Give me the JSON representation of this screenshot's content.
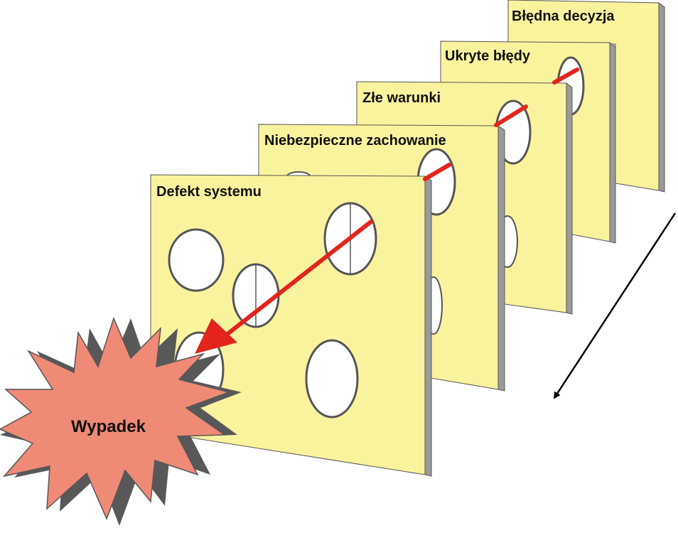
{
  "diagram": {
    "layers": [
      {
        "id": "layer-1",
        "label": "Defekt systemu"
      },
      {
        "id": "layer-2",
        "label": "Niebezpieczne zachowanie"
      },
      {
        "id": "layer-3",
        "label": "Złe warunki"
      },
      {
        "id": "layer-4",
        "label": "Ukryte błędy"
      },
      {
        "id": "layer-5",
        "label": "Błędna decyzja"
      }
    ],
    "outcome": {
      "label": "Wypadek"
    },
    "colors": {
      "slice_fill": "#faf39e",
      "slice_edge": "#8c8c8c",
      "trajectory": "#e3241d",
      "burst_fill": "#ef8a76",
      "burst_shadow": "#585858"
    }
  }
}
